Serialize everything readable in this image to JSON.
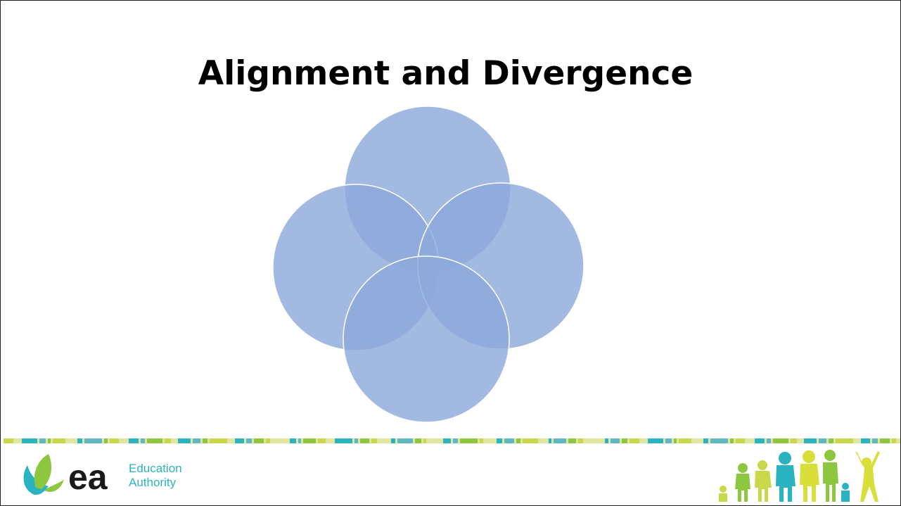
{
  "slide": {
    "title": "Alignment and Divergence"
  },
  "venn": {
    "circle_count": 4,
    "fill_color": "#8eaadb",
    "overlap_color": "#7393d0",
    "center_color": "#5c7fc6",
    "stroke_color": "#ffffff"
  },
  "footer": {
    "logo": {
      "mark": "ea",
      "line1": "Education",
      "line2": "Authority",
      "leaf_green": "#8dc63f",
      "leaf_teal": "#2bb3c2",
      "text_color": "#2bb3c2"
    },
    "band_colors": [
      "#c8d84a",
      "#2bb3c2",
      "#8dc63f",
      "#dfe6a0",
      "#5fb8c4"
    ],
    "children_colors": [
      "#8dc63f",
      "#c8d84a",
      "#2bb3c2",
      "#d9df3a"
    ]
  }
}
